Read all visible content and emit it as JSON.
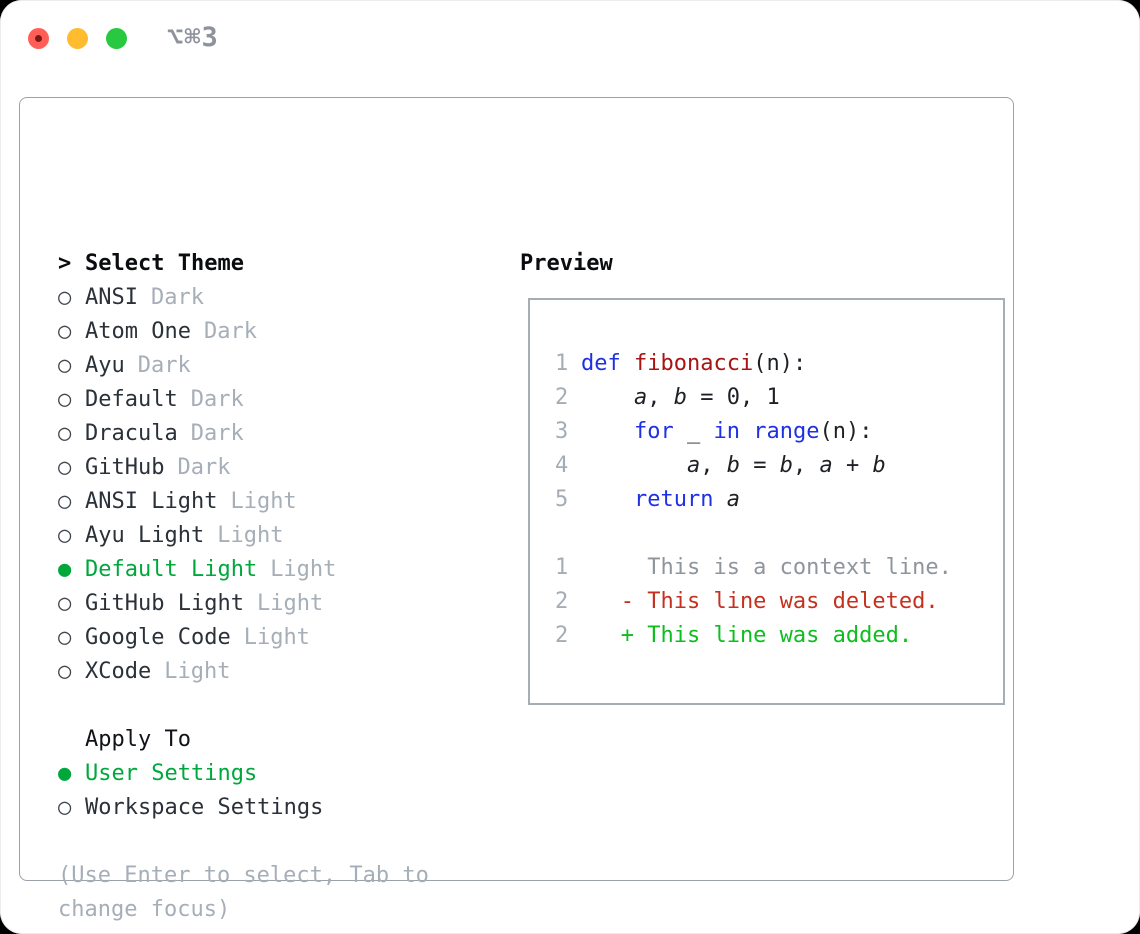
{
  "titlebar": {
    "shortcut": "⌥⌘3"
  },
  "theme_panel": {
    "list_title": "Select Theme",
    "cursor": ">",
    "unselected_bullet": "○",
    "selected_bullet": "●",
    "items": [
      {
        "name": "ANSI",
        "tag": "Dark",
        "selected": false
      },
      {
        "name": "Atom One",
        "tag": "Dark",
        "selected": false
      },
      {
        "name": "Ayu",
        "tag": "Dark",
        "selected": false
      },
      {
        "name": "Default",
        "tag": "Dark",
        "selected": false
      },
      {
        "name": "Dracula",
        "tag": "Dark",
        "selected": false
      },
      {
        "name": "GitHub",
        "tag": "Dark",
        "selected": false
      },
      {
        "name": "ANSI Light",
        "tag": "Light",
        "selected": false
      },
      {
        "name": "Ayu Light",
        "tag": "Light",
        "selected": false
      },
      {
        "name": "Default Light",
        "tag": "Light",
        "selected": true
      },
      {
        "name": "GitHub Light",
        "tag": "Light",
        "selected": false
      },
      {
        "name": "Google Code",
        "tag": "Light",
        "selected": false
      },
      {
        "name": "XCode",
        "tag": "Light",
        "selected": false
      }
    ],
    "apply_to": {
      "title": "Apply To",
      "options": [
        {
          "name": "User Settings",
          "selected": true
        },
        {
          "name": "Workspace Settings",
          "selected": false
        }
      ]
    },
    "help_line1": "(Use Enter to select, Tab to",
    "help_line2": "change focus)"
  },
  "preview": {
    "title": "Preview",
    "code": [
      {
        "num": "1",
        "tokens": [
          "def",
          " ",
          "fibonacci",
          "(n):"
        ]
      },
      {
        "num": "2",
        "tokens": [
          "    ",
          "a",
          ", ",
          "b",
          " = 0, 1"
        ]
      },
      {
        "num": "3",
        "tokens": [
          "    ",
          "for",
          " _ ",
          "in",
          " ",
          "range",
          "(n):"
        ]
      },
      {
        "num": "4",
        "tokens": [
          "        ",
          "a",
          ", ",
          "b",
          " = ",
          "b",
          ", ",
          "a",
          " + ",
          "b"
        ]
      },
      {
        "num": "5",
        "tokens": [
          "    ",
          "return",
          " ",
          "a"
        ]
      }
    ],
    "diff": [
      {
        "num": "1",
        "text": "     This is a context line.",
        "kind": "context"
      },
      {
        "num": "2",
        "text": "   - This line was deleted.",
        "kind": "deleted"
      },
      {
        "num": "2",
        "text": "   + This line was added.",
        "kind": "added"
      }
    ]
  },
  "colors": {
    "selection_green": "#00a83c",
    "added_green": "#0dbe1e",
    "deleted_red": "#c5311f",
    "keyword_blue": "#1f31e3",
    "function_red": "#a81414",
    "muted_gray": "#a6aeb8"
  }
}
